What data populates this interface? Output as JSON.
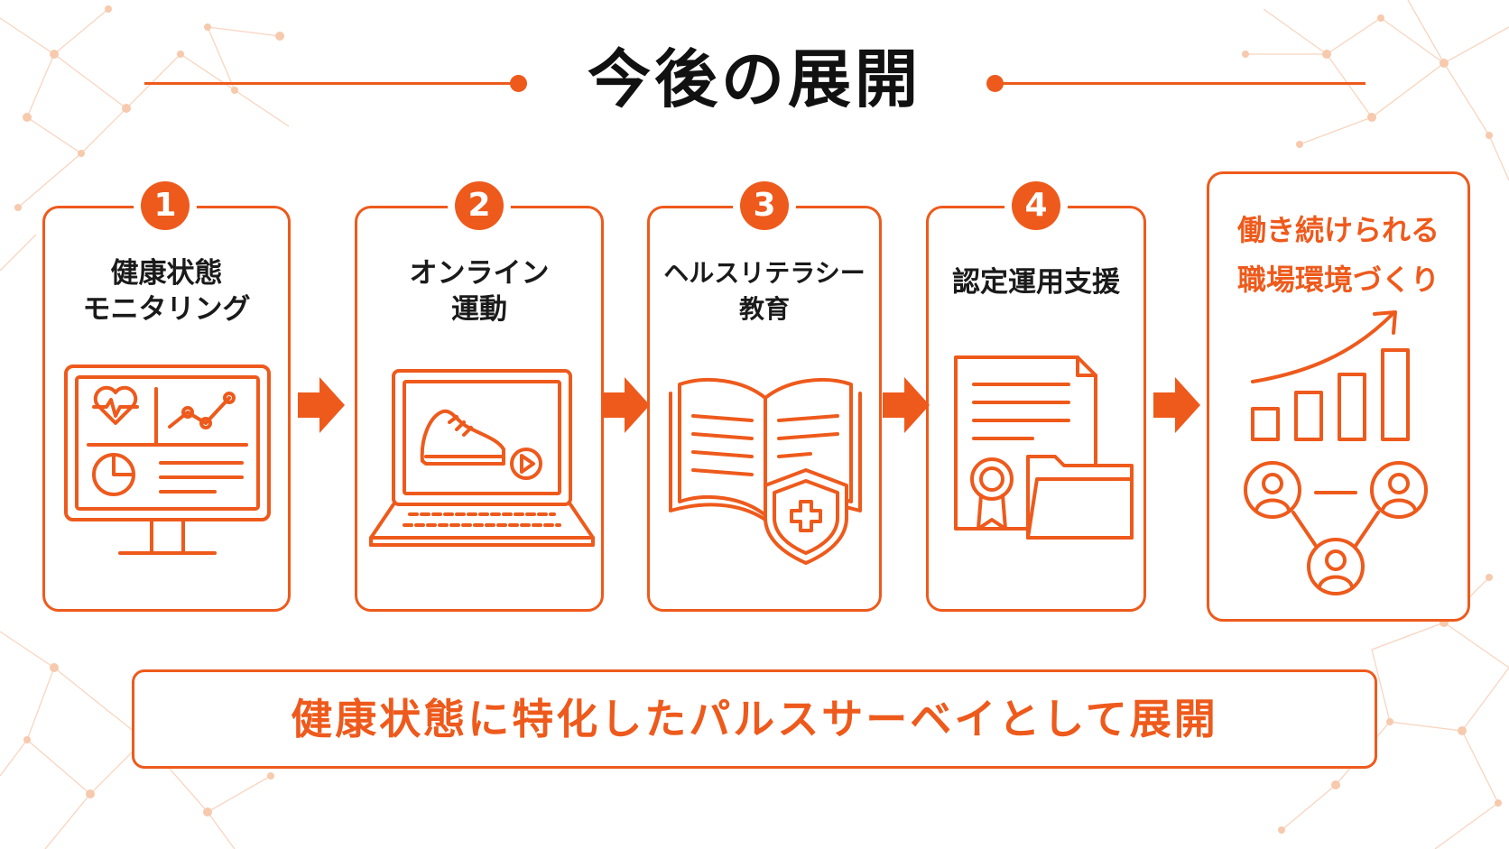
{
  "title": "今後の展開",
  "steps": [
    {
      "number": "1",
      "line1": "健康状態",
      "line2": "モニタリング",
      "icon": "monitor-dashboard-icon"
    },
    {
      "number": "2",
      "line1": "オンライン",
      "line2": "運動",
      "icon": "laptop-shoe-icon"
    },
    {
      "number": "3",
      "line1": "ヘルスリテラシー",
      "line2": "教育",
      "icon": "book-shield-icon"
    },
    {
      "number": "4",
      "line1": "認定運用支援",
      "line2": "",
      "icon": "certificate-folder-icon"
    }
  ],
  "goal": {
    "line1": "働き続けられる",
    "line2": "職場環境づくり",
    "icon": "growth-chart-people-icon"
  },
  "banner": "健康状態に特化したパルスサーベイとして展開",
  "colors": {
    "accent": "#ee5a1c",
    "text": "#1a1a1a",
    "network": "#f7c9ad"
  }
}
